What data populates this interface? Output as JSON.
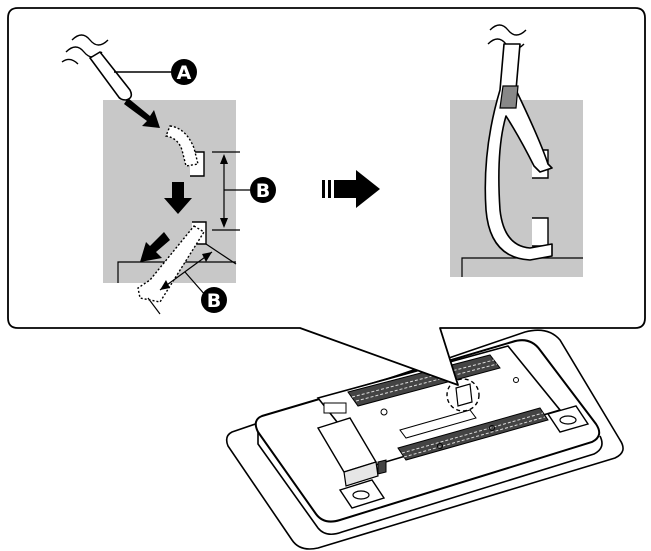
{
  "diagram": {
    "callouts": {
      "a": "A",
      "b_vertical": "B",
      "b_diagonal": "B"
    },
    "colors": {
      "panel_fill": "#c8c8c8",
      "stroke": "#000000",
      "frame_fill": "#ffffff",
      "arrow_fill": "#000000",
      "callout_fill": "#000000",
      "callout_text": "#ffffff"
    },
    "icons": [
      "cable-icon",
      "wavy-break-icon",
      "insertion-arrow-icon",
      "transition-arrow-icon",
      "callout-badge-icon"
    ]
  }
}
